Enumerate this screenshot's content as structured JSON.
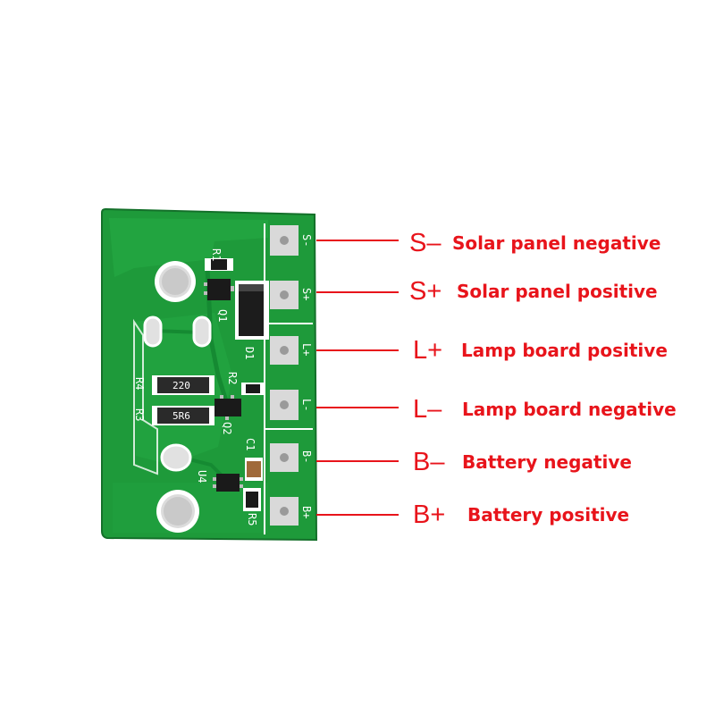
{
  "board": {
    "silk": {
      "R1": "R1",
      "Q1": "Q1",
      "D1": "D1",
      "R2": "R2",
      "R4": "R4",
      "R3": "R3",
      "Q2": "Q2",
      "C1": "C1",
      "U4": "U4",
      "R5": "R5"
    },
    "resistor_codes": [
      "220",
      "5R6"
    ],
    "pads": [
      "S-",
      "S+",
      "L+",
      "L-",
      "B-",
      "B+"
    ],
    "colors": {
      "board": "#1e9a3a",
      "board_dark": "#177a2c",
      "copper": "#23a844",
      "pad": "#d8d8d8",
      "silk": "#ffffff",
      "component": "#1a1a1a"
    }
  },
  "terminals": [
    {
      "code": "S–",
      "description": "Solar panel negative"
    },
    {
      "code": "S+",
      "description": "Solar panel positive"
    },
    {
      "code": "L+",
      "description": "Lamp board positive"
    },
    {
      "code": "L–",
      "description": "Lamp board negative"
    },
    {
      "code": "B–",
      "description": "Battery negative"
    },
    {
      "code": "B+",
      "description": "Battery positive"
    }
  ],
  "colors": {
    "label": "#e8141b",
    "leader_line": "#e8141b"
  }
}
